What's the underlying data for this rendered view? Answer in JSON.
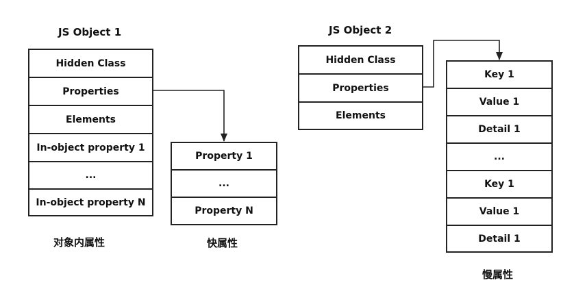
{
  "object1": {
    "title": "JS Object 1",
    "rows": [
      "Hidden Class",
      "Properties",
      "Elements",
      "In-object property 1",
      "...",
      "In-object property N"
    ],
    "caption": "对象内属性"
  },
  "fast_props": {
    "rows": [
      "Property 1",
      "...",
      "Property N"
    ],
    "caption": "快属性"
  },
  "object2": {
    "title": "JS Object 2",
    "rows": [
      "Hidden Class",
      "Properties",
      "Elements"
    ]
  },
  "slow_props": {
    "rows": [
      "Key 1",
      "Value 1",
      "Detail 1",
      "...",
      "Key 1",
      "Value 1",
      "Detail 1"
    ],
    "caption": "慢属性"
  }
}
